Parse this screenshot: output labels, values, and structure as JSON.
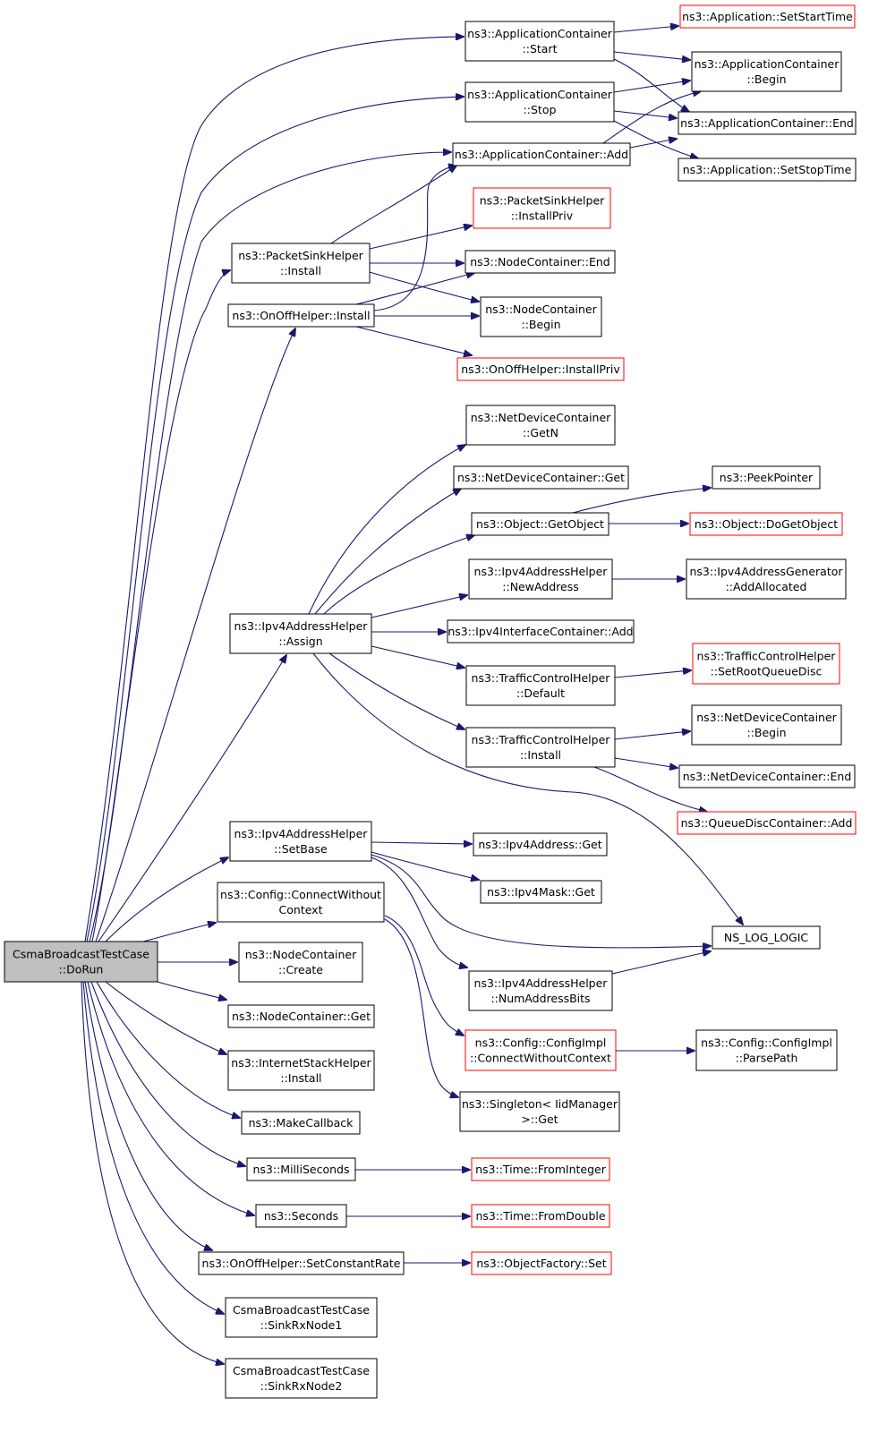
{
  "colors": {
    "edge": "#191970",
    "node_fill": "#ffffff",
    "node_border": "#000000",
    "node_border_undocumented": "#ff0000",
    "root_fill": "#bfbfbf"
  },
  "nodes": [
    {
      "id": "root",
      "lines": [
        "CsmaBroadcastTestCase",
        "::DoRun"
      ],
      "style": "root"
    },
    {
      "id": "app_start",
      "lines": [
        "ns3::ApplicationContainer",
        "::Start"
      ],
      "style": "normal"
    },
    {
      "id": "app_setstart",
      "lines": [
        "ns3::Application::SetStartTime"
      ],
      "style": "red"
    },
    {
      "id": "app_begin",
      "lines": [
        "ns3::ApplicationContainer",
        "::Begin"
      ],
      "style": "normal"
    },
    {
      "id": "app_stop",
      "lines": [
        "ns3::ApplicationContainer",
        "::Stop"
      ],
      "style": "normal"
    },
    {
      "id": "app_end",
      "lines": [
        "ns3::ApplicationContainer::End"
      ],
      "style": "normal"
    },
    {
      "id": "app_add",
      "lines": [
        "ns3::ApplicationContainer::Add"
      ],
      "style": "normal"
    },
    {
      "id": "app_setstop",
      "lines": [
        "ns3::Application::SetStopTime"
      ],
      "style": "normal"
    },
    {
      "id": "psh_installpriv",
      "lines": [
        "ns3::PacketSinkHelper",
        "::InstallPriv"
      ],
      "style": "red"
    },
    {
      "id": "psh_install",
      "lines": [
        "ns3::PacketSinkHelper",
        "::Install"
      ],
      "style": "normal"
    },
    {
      "id": "nc_end",
      "lines": [
        "ns3::NodeContainer::End"
      ],
      "style": "normal"
    },
    {
      "id": "onoff_install",
      "lines": [
        "ns3::OnOffHelper::Install"
      ],
      "style": "normal"
    },
    {
      "id": "nc_begin",
      "lines": [
        "ns3::NodeContainer",
        "::Begin"
      ],
      "style": "normal"
    },
    {
      "id": "onoff_installpriv",
      "lines": [
        "ns3::OnOffHelper::InstallPriv"
      ],
      "style": "red"
    },
    {
      "id": "ndc_getn",
      "lines": [
        "ns3::NetDeviceContainer",
        "::GetN"
      ],
      "style": "normal"
    },
    {
      "id": "ndc_get",
      "lines": [
        "ns3::NetDeviceContainer::Get"
      ],
      "style": "normal"
    },
    {
      "id": "peekpointer",
      "lines": [
        "ns3::PeekPointer"
      ],
      "style": "normal"
    },
    {
      "id": "obj_getobject",
      "lines": [
        "ns3::Object::GetObject"
      ],
      "style": "normal"
    },
    {
      "id": "obj_dogetobject",
      "lines": [
        "ns3::Object::DoGetObject"
      ],
      "style": "red"
    },
    {
      "id": "ipv4ah_newaddress",
      "lines": [
        "ns3::Ipv4AddressHelper",
        "::NewAddress"
      ],
      "style": "normal"
    },
    {
      "id": "ipv4ag_addalloc",
      "lines": [
        "ns3::Ipv4AddressGenerator",
        "::AddAllocated"
      ],
      "style": "normal"
    },
    {
      "id": "ipv4ah_assign",
      "lines": [
        "ns3::Ipv4AddressHelper",
        "::Assign"
      ],
      "style": "normal"
    },
    {
      "id": "ipv4ic_add",
      "lines": [
        "ns3::Ipv4InterfaceContainer::Add"
      ],
      "style": "normal"
    },
    {
      "id": "tch_setroot",
      "lines": [
        "ns3::TrafficControlHelper",
        "::SetRootQueueDisc"
      ],
      "style": "red"
    },
    {
      "id": "tch_default",
      "lines": [
        "ns3::TrafficControlHelper",
        "::Default"
      ],
      "style": "normal"
    },
    {
      "id": "ndc_begin",
      "lines": [
        "ns3::NetDeviceContainer",
        "::Begin"
      ],
      "style": "normal"
    },
    {
      "id": "tch_install",
      "lines": [
        "ns3::TrafficControlHelper",
        "::Install"
      ],
      "style": "normal"
    },
    {
      "id": "ndc_end",
      "lines": [
        "ns3::NetDeviceContainer::End"
      ],
      "style": "normal"
    },
    {
      "id": "qdc_add",
      "lines": [
        "ns3::QueueDiscContainer::Add"
      ],
      "style": "red"
    },
    {
      "id": "ipv4ah_setbase",
      "lines": [
        "ns3::Ipv4AddressHelper",
        "::SetBase"
      ],
      "style": "normal"
    },
    {
      "id": "ipv4addr_get",
      "lines": [
        "ns3::Ipv4Address::Get"
      ],
      "style": "normal"
    },
    {
      "id": "cfg_connect",
      "lines": [
        "ns3::Config::ConnectWithout",
        "Context"
      ],
      "style": "normal"
    },
    {
      "id": "ipv4mask_get",
      "lines": [
        "ns3::Ipv4Mask::Get"
      ],
      "style": "normal"
    },
    {
      "id": "ns_log_logic",
      "lines": [
        "NS_LOG_LOGIC"
      ],
      "style": "normal"
    },
    {
      "id": "nc_create",
      "lines": [
        "ns3::NodeContainer",
        "::Create"
      ],
      "style": "normal"
    },
    {
      "id": "ipv4ah_numaddr",
      "lines": [
        "ns3::Ipv4AddressHelper",
        "::NumAddressBits"
      ],
      "style": "normal"
    },
    {
      "id": "nc_get",
      "lines": [
        "ns3::NodeContainer::Get"
      ],
      "style": "normal"
    },
    {
      "id": "cfgimpl_connect",
      "lines": [
        "ns3::Config::ConfigImpl",
        "::ConnectWithoutContext"
      ],
      "style": "red"
    },
    {
      "id": "cfgimpl_parse",
      "lines": [
        "ns3::Config::ConfigImpl",
        "::ParsePath"
      ],
      "style": "normal"
    },
    {
      "id": "ish_install",
      "lines": [
        "ns3::InternetStackHelper",
        "::Install"
      ],
      "style": "normal"
    },
    {
      "id": "singleton_get",
      "lines": [
        "ns3::Singleton< IidManager",
        ">::Get"
      ],
      "style": "normal"
    },
    {
      "id": "makecallback",
      "lines": [
        "ns3::MakeCallback"
      ],
      "style": "normal"
    },
    {
      "id": "milliseconds",
      "lines": [
        "ns3::MilliSeconds"
      ],
      "style": "normal"
    },
    {
      "id": "time_frominteger",
      "lines": [
        "ns3::Time::FromInteger"
      ],
      "style": "red"
    },
    {
      "id": "seconds",
      "lines": [
        "ns3::Seconds"
      ],
      "style": "normal"
    },
    {
      "id": "time_fromdouble",
      "lines": [
        "ns3::Time::FromDouble"
      ],
      "style": "red"
    },
    {
      "id": "onoff_setrate",
      "lines": [
        "ns3::OnOffHelper::SetConstantRate"
      ],
      "style": "normal"
    },
    {
      "id": "objfactory_set",
      "lines": [
        "ns3::ObjectFactory::Set"
      ],
      "style": "red"
    },
    {
      "id": "sink_rx1",
      "lines": [
        "CsmaBroadcastTestCase",
        "::SinkRxNode1"
      ],
      "style": "normal"
    },
    {
      "id": "sink_rx2",
      "lines": [
        "CsmaBroadcastTestCase",
        "::SinkRxNode2"
      ],
      "style": "normal"
    }
  ]
}
